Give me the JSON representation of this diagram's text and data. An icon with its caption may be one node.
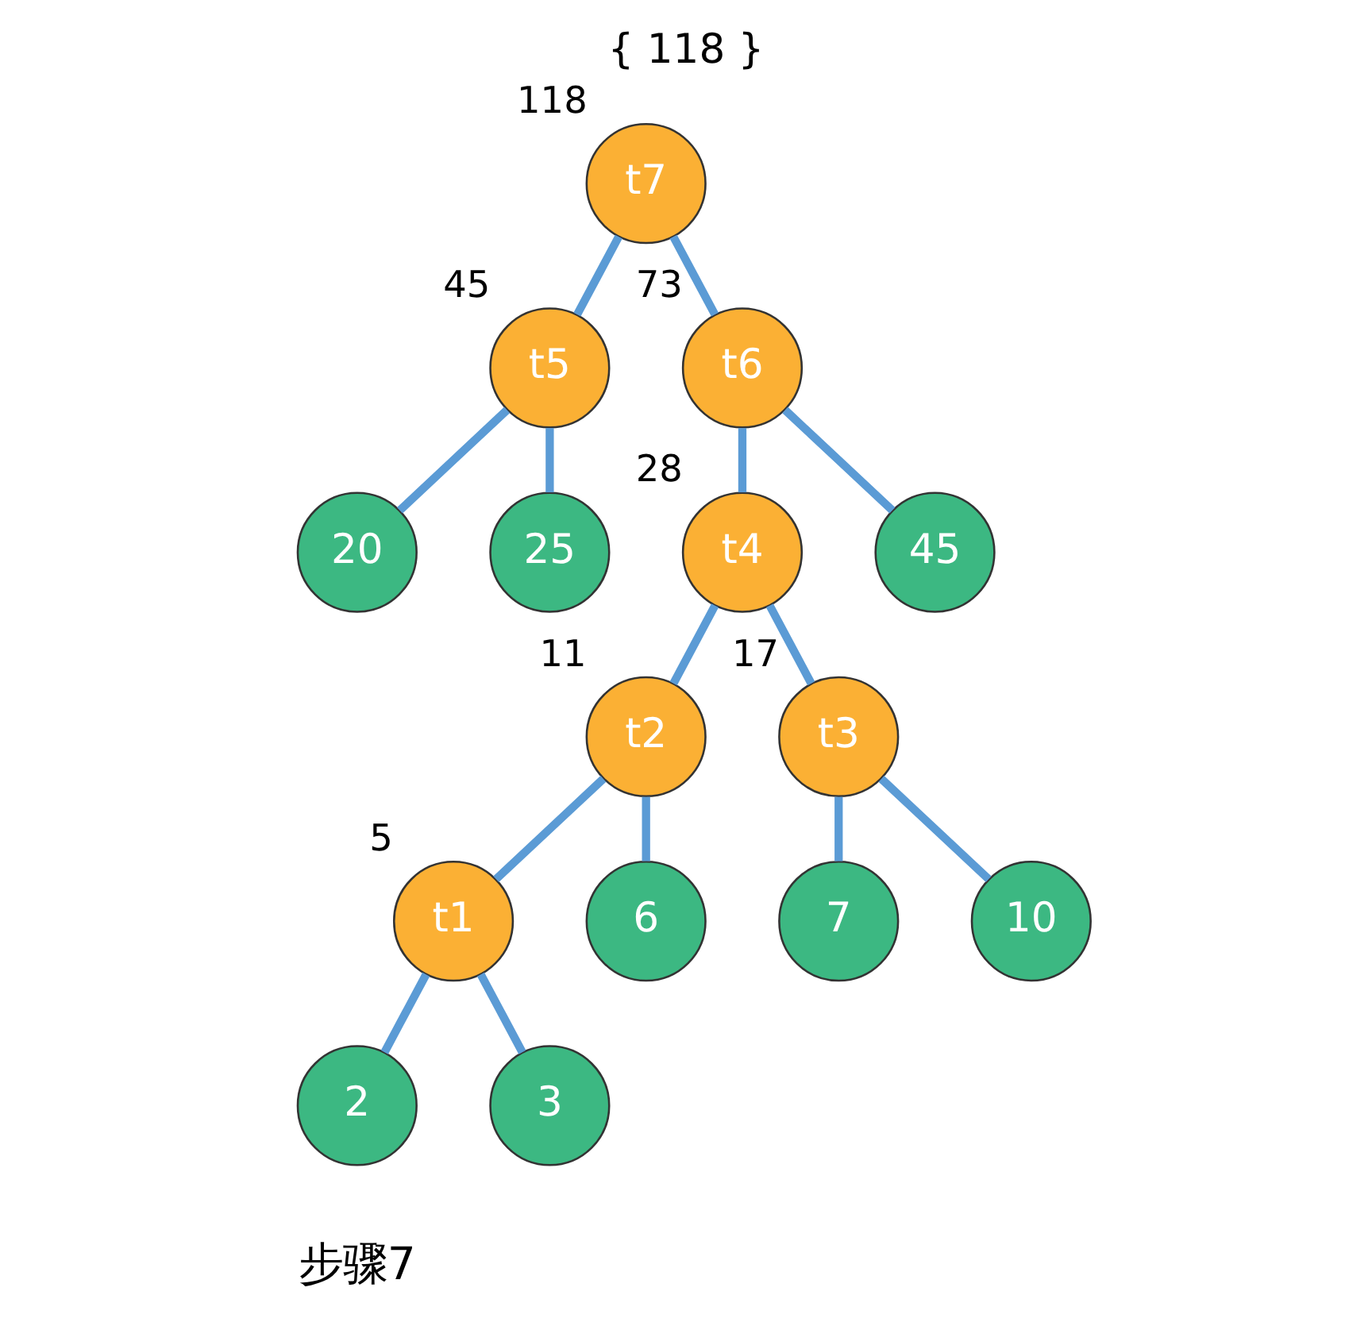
{
  "diagram": {
    "title": "{ 118 }",
    "caption": "步骤7",
    "nodes": [
      {
        "text": [
          "t7"
        ],
        "beside": [
          "118"
        ]
      },
      {
        "text": [
          "t5"
        ],
        "beside": [
          "45"
        ]
      },
      {
        "text": [
          "t6"
        ],
        "beside": [
          "73"
        ]
      },
      {
        "text": [
          "20"
        ]
      },
      {
        "text": [
          "25"
        ]
      },
      {
        "text": [
          "t4"
        ],
        "beside": [
          "28"
        ]
      },
      {
        "text": [
          "45"
        ]
      },
      {
        "text": [
          "t2"
        ],
        "beside": [
          "11"
        ]
      },
      {
        "text": [
          "t3"
        ],
        "beside": [
          "17"
        ]
      },
      {
        "text": [
          "t1"
        ],
        "beside": [
          "5"
        ]
      },
      {
        "text": [
          "6"
        ]
      },
      {
        "text": [
          "7"
        ]
      },
      {
        "text": [
          "10"
        ]
      },
      {
        "text": [
          "2"
        ]
      },
      {
        "text": [
          "3"
        ]
      }
    ],
    "edges": [
      {
        "from": 0,
        "to": 1,
        "arrow": "none"
      },
      {
        "from": 0,
        "to": 2,
        "arrow": "none"
      },
      {
        "from": 1,
        "to": 3,
        "arrow": "none"
      },
      {
        "from": 1,
        "to": 4,
        "arrow": "none"
      },
      {
        "from": 2,
        "to": 5,
        "arrow": "none"
      },
      {
        "from": 2,
        "to": 6,
        "arrow": "none"
      },
      {
        "from": 5,
        "to": 7,
        "arrow": "none"
      },
      {
        "from": 5,
        "to": 8,
        "arrow": "none"
      },
      {
        "from": 7,
        "to": 9,
        "arrow": "none"
      },
      {
        "from": 7,
        "to": 10,
        "arrow": "none"
      },
      {
        "from": 8,
        "to": 11,
        "arrow": "none"
      },
      {
        "from": 8,
        "to": 12,
        "arrow": "none"
      },
      {
        "from": 9,
        "to": 13,
        "arrow": "none"
      },
      {
        "from": 9,
        "to": 14,
        "arrow": "none"
      }
    ]
  }
}
